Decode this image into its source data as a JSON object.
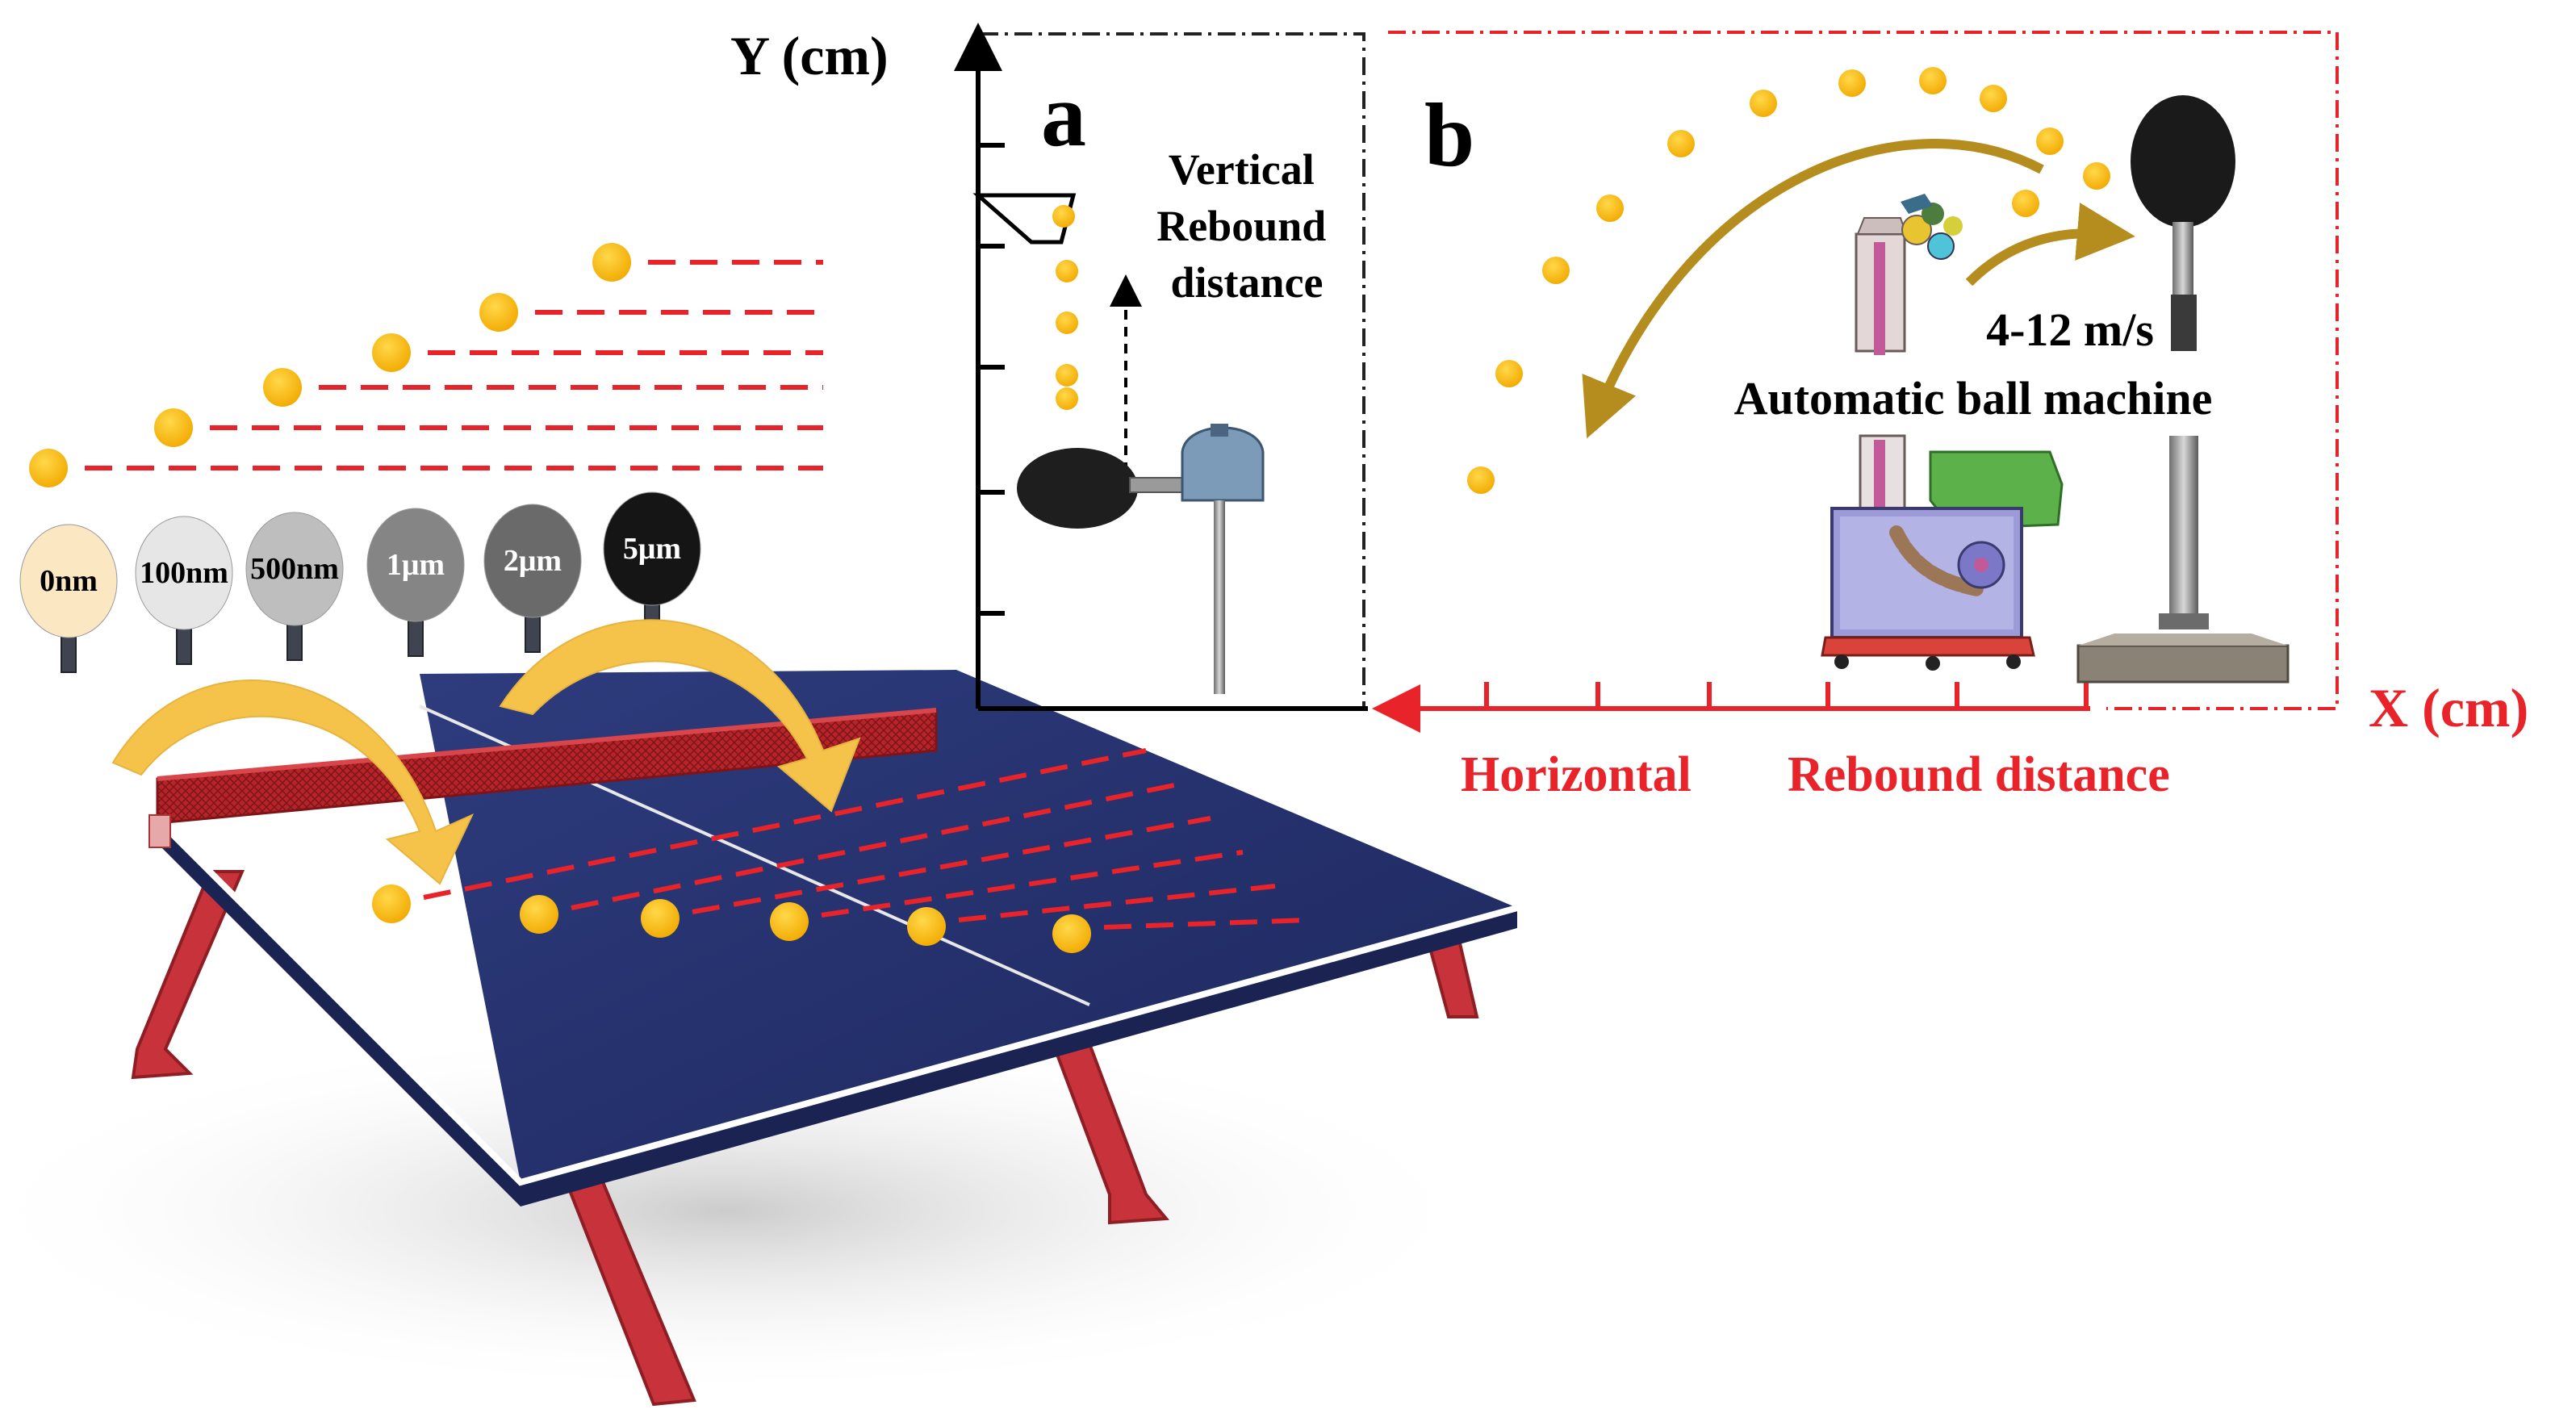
{
  "paddle_labels": [
    "0nm",
    "100nm",
    "500nm",
    "1μm",
    "2μm",
    "5μm"
  ],
  "panel_a": {
    "letter": "a",
    "y_axis_label": "Y (cm)",
    "caption_line1": "Vertical",
    "caption_line2": "Rebound",
    "caption_line3": "distance"
  },
  "panel_b": {
    "letter": "b",
    "speed_label": "4-12 m/s",
    "machine_label": "Automatic ball machine",
    "x_axis_label": "X (cm)",
    "distance_word1": "Horizontal",
    "distance_word2": "Rebound distance"
  },
  "colors": {
    "ball": "#F7B70C",
    "dash": "#E8232A",
    "table_top": "#26336E",
    "table_leg": "#C8323A",
    "net": "#B52428",
    "arrow_yellow": "#F5C24A",
    "arrow_gold": "#B58C1E",
    "paddle_shades": [
      "#FBE7C2",
      "#E6E6E6",
      "#BEBEBE",
      "#858585",
      "#6A6A6A",
      "#151515"
    ]
  }
}
